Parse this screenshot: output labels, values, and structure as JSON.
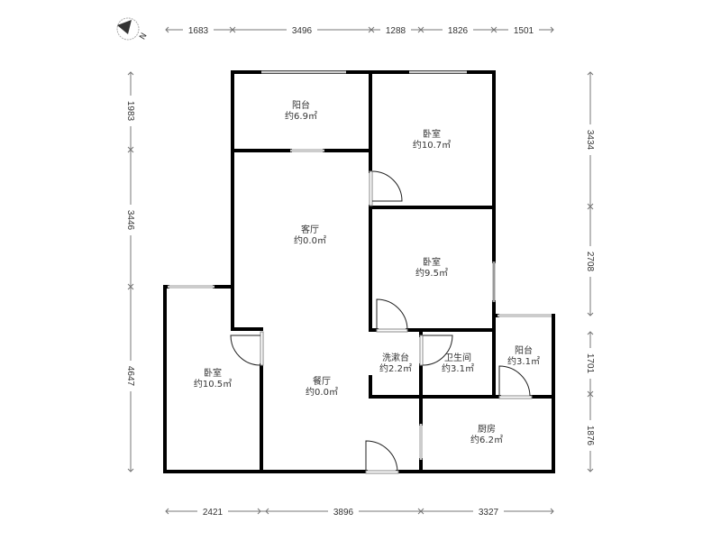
{
  "compass": {
    "label": "N",
    "icon": "compass-north-icon"
  },
  "dimensions": {
    "top": [
      "1683",
      "3496",
      "1288",
      "1826",
      "1501"
    ],
    "bottom": [
      "2421",
      "3896",
      "3327"
    ],
    "left": [
      "1983",
      "3446",
      "4647"
    ],
    "right": [
      "3434",
      "2708",
      "1701",
      "1876"
    ]
  },
  "rooms": [
    {
      "id": "balcony-north",
      "name": "阳台",
      "area": "约6.9㎡"
    },
    {
      "id": "bedroom-ne",
      "name": "卧室",
      "area": "约10.7㎡"
    },
    {
      "id": "living-room",
      "name": "客厅",
      "area": "约0.0㎡"
    },
    {
      "id": "bedroom-e",
      "name": "卧室",
      "area": "约9.5㎡"
    },
    {
      "id": "bedroom-w",
      "name": "卧室",
      "area": "约10.5㎡"
    },
    {
      "id": "dining-room",
      "name": "餐厅",
      "area": "约0.0㎡"
    },
    {
      "id": "washbasin",
      "name": "洗漱台",
      "area": "约2.2㎡"
    },
    {
      "id": "bathroom",
      "name": "卫生间",
      "area": "约3.1㎡"
    },
    {
      "id": "balcony-se",
      "name": "阳台",
      "area": "约3.1㎡"
    },
    {
      "id": "kitchen",
      "name": "厨房",
      "area": "约6.2㎡"
    }
  ]
}
